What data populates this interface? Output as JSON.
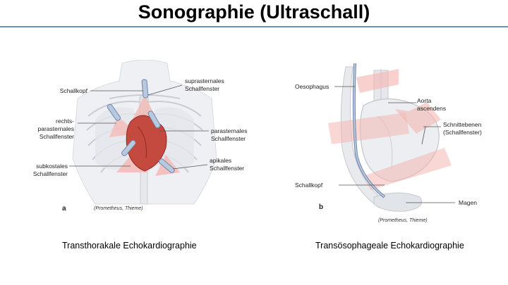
{
  "slide": {
    "title": "Sonographie (Ultraschall)"
  },
  "figure_left": {
    "panel_letter": "a",
    "credit": "(Prometheus, Thieme)",
    "labels": {
      "schallkopf": "Schallkopf",
      "suprasternal_1": "suprasternales",
      "suprasternal_2": "Schallfenster",
      "rechts_1": "rechts-",
      "rechts_2": "parasternales",
      "rechts_3": "Schallfenster",
      "parasternal_1": "parasternales",
      "parasternal_2": "Schallfenster",
      "subkostal_1": "subkostales",
      "subkostal_2": "Schallfenster",
      "apikal_1": "apikales",
      "apikal_2": "Schallfenster"
    },
    "caption": "Transthorakale Echokardiographie"
  },
  "figure_right": {
    "panel_letter": "b",
    "credit": "(Prometheus, Thieme)",
    "labels": {
      "oesophagus": "Oesophagus",
      "aorta_1": "Aorta",
      "aorta_2": "ascendens",
      "schnitt_1": "Schnittebenen",
      "schnitt_2": "(Schallfenster)",
      "schallkopf": "Schallkopf",
      "magen": "Magen"
    },
    "caption": "Transösophageale Echokardiographie"
  }
}
